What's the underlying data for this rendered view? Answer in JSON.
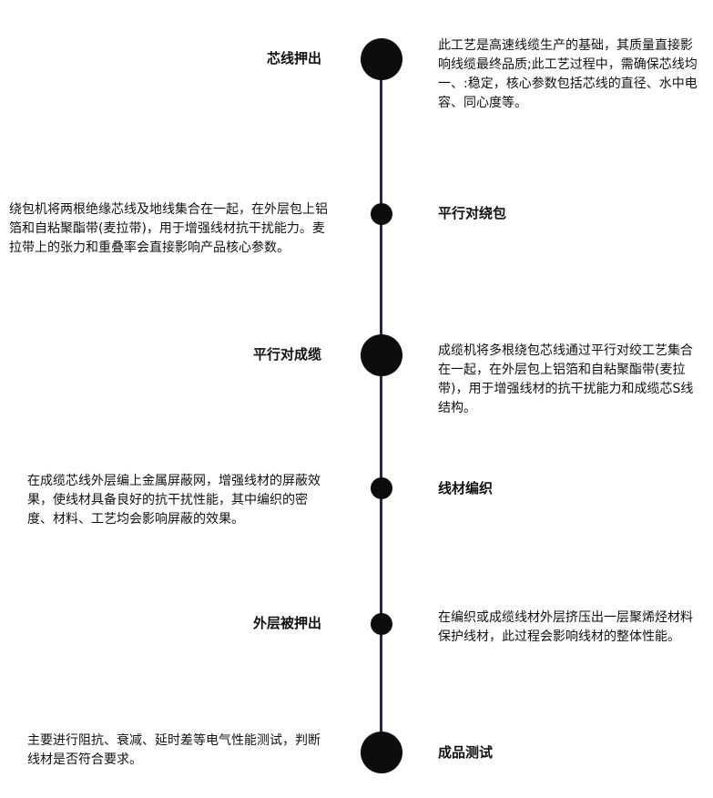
{
  "steps": [
    {
      "title": "芯线押出",
      "description": "此工艺是高速线缆生产的基础，其质量直接影响线缆最终品质;此工艺过程中，需确保芯线均一、:稳定，核心参数包括芯线的直径、水中电容、同心度等。"
    },
    {
      "title": "平行对绕包",
      "description": "绕包机将两根绝缘芯线及地线集合在一起，在外层包上铝箔和自粘聚酯带(麦拉带)，用于增强线材抗干扰能力。麦拉带上的张力和重叠率会直接影响产品核心参数。"
    },
    {
      "title": "平行对成缆",
      "description": "成缆机将多根绕包芯线通过平行对绞工艺集合在一起，在外层包上铝箔和自粘聚酯带(麦拉带)，用于增强线材的抗干扰能力和成缆芯S线结构。"
    },
    {
      "title": "线材编织",
      "description": "在成缆芯线外层编上金属屏蔽网，增强线材的屏蔽效果，使线材具备良好的抗干扰性能，其中编织的密度、材料、工艺均会影响屏蔽的效果。"
    },
    {
      "title": "外层被押出",
      "description": "在编织或成缆线材外层挤压出一层聚烯烃材料保护线材，此过程会影响线材的整体性能。"
    },
    {
      "title": "成品测试",
      "description": "主要进行阻抗、衰减、延时差等电气性能测试，判断线材是否符合要求。"
    }
  ]
}
